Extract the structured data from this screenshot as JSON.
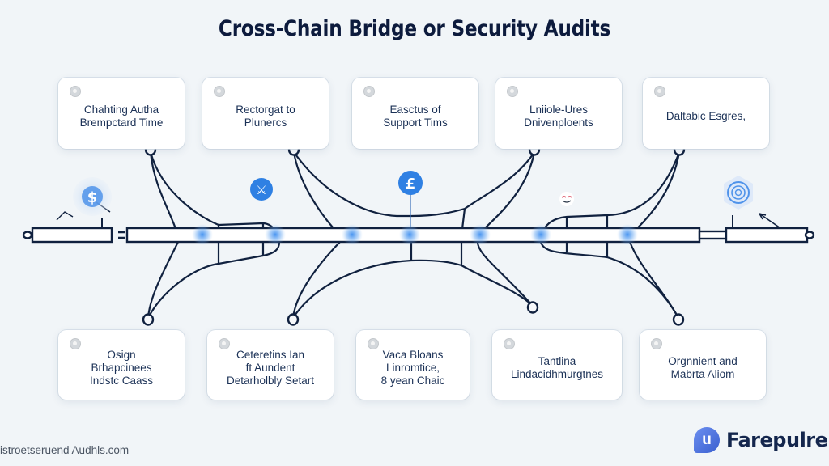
{
  "title": "Cross-Chain Bridge or Security Audits",
  "top_cards": [
    {
      "text": "Chahting Autha\nBrempctard Time",
      "icon": "circle-icon"
    },
    {
      "text": "Rectorgat to\nPlunercs",
      "icon": "circle-icon"
    },
    {
      "text": "Easctus of\nSupport Tims",
      "icon": "chevron-up-icon"
    },
    {
      "text": "Lniiole-Ures\nDnivenploents",
      "icon": "circle-icon"
    },
    {
      "text": "Daltabic Esgres,",
      "icon": "circle-icon"
    }
  ],
  "bottom_cards": [
    {
      "text": "Osign\nBrhapcinees\nIndstc Caass",
      "icon": "circle-icon"
    },
    {
      "text": "Ceteretins Ian\nft Aundent\nDetarholbly Setart",
      "icon": "circle-icon"
    },
    {
      "text": "Vaca Bloans\nLinromtice,\n8 yean Chaic",
      "icon": "circle-icon"
    },
    {
      "text": "Tantlina\nLindacidhmurgtnes",
      "icon": "circle-icon"
    },
    {
      "text": "Orgnnient and\nMabrta Aliom",
      "icon": "circle-icon"
    }
  ],
  "floating_icons": {
    "left_coin": "$",
    "swords": "⚔",
    "pound": "£",
    "smile": "‿"
  },
  "footer": {
    "url": "istroetseruend Audhls.com",
    "brand_name": "Farepulre",
    "brand_glyph": "u"
  },
  "colors": {
    "line": "#10213f",
    "accent": "#2f80e3",
    "glow": "#5aa0f0"
  }
}
